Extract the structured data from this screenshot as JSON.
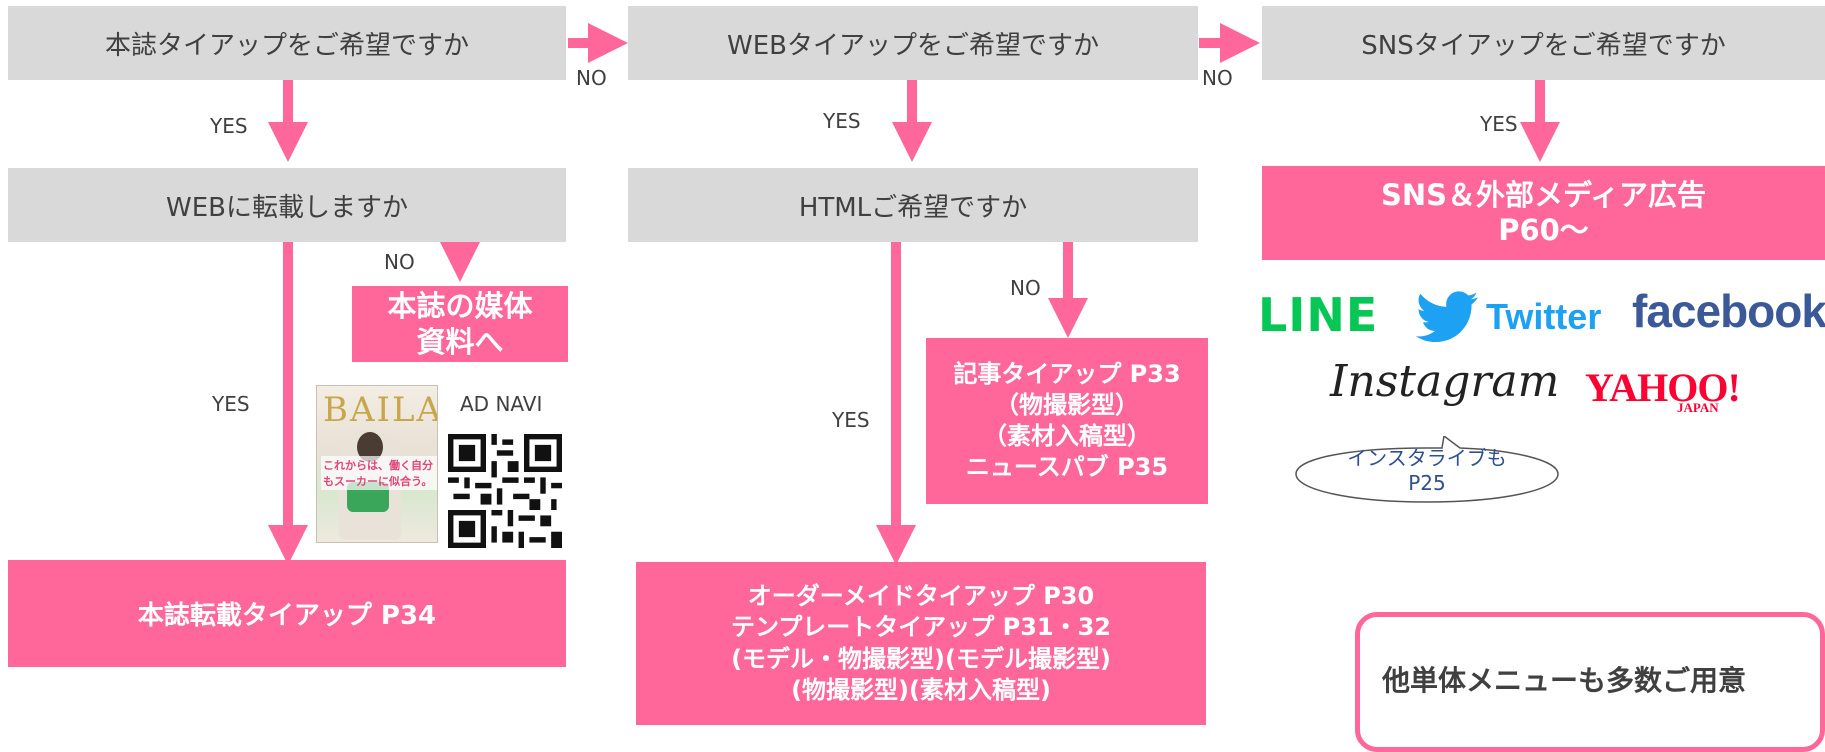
{
  "col1": {
    "q1": "本誌タイアップをご希望ですか",
    "q2": "WEBに転載しますか",
    "yes1": "YES",
    "yes2": "YES",
    "no2": "NO",
    "no_box_lines": [
      "本誌の媒体",
      "資料へ"
    ],
    "ad_navi": "AD NAVI",
    "magazine_title": "BAILA",
    "cover_tagline": "これからは、働く自分もスーカーに似合う。",
    "result": "本誌転載タイアップ P34"
  },
  "col2": {
    "no_from_col1": "NO",
    "q1": "WEBタイアップをご希望ですか",
    "q2": "HTMLご希望ですか",
    "yes1": "YES",
    "yes2": "YES",
    "no2": "NO",
    "article_lines": [
      "記事タイアップ P33",
      "（物撮影型）",
      "（素材入稿型）",
      "ニュースパブ P35"
    ],
    "result_lines": [
      "オーダーメイドタイアップ P30",
      "テンプレートタイアップ P31・32",
      "(モデル・物撮影型)(モデル撮影型)",
      "(物撮影型)(素材入稿型)"
    ]
  },
  "col3": {
    "no_from_col2": "NO",
    "q1": "SNSタイアップをご希望ですか",
    "yes1": "YES",
    "result_lines": [
      "SNS＆外部メディア広告",
      "P60〜"
    ],
    "logos": {
      "line": "LINE",
      "twitter": "Twitter",
      "facebook": "facebook",
      "instagram": "Instagram",
      "yahoo": "YAHOO!",
      "yahoo_sub": "JAPAN"
    },
    "bubble_lines": [
      "インスタライブも",
      "P25"
    ],
    "note": "他単体メニューも多数ご用意"
  },
  "colors": {
    "pink": "#ff6699",
    "gray": "#d9d9d9",
    "line_green": "#06c755",
    "twitter_blue": "#1da1f2",
    "facebook_blue": "#3b5998",
    "yahoo_red": "#ff0033",
    "bubble_text": "#2f4f8f"
  }
}
